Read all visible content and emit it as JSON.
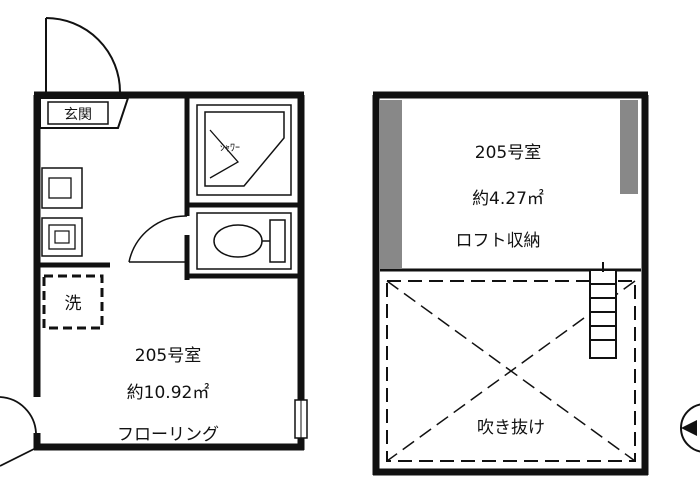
{
  "floor1": {
    "entrance_label": "玄関",
    "shower_label": "ｼｬﾜｰ",
    "laundry_label": "洗",
    "room_name": "205号室",
    "room_area": "約10.92㎡",
    "room_type": "フローリング"
  },
  "loft": {
    "room_name": "205号室",
    "room_area": "約4.27㎡",
    "room_type": "ロフト収納",
    "void_label": "吹き抜け"
  }
}
